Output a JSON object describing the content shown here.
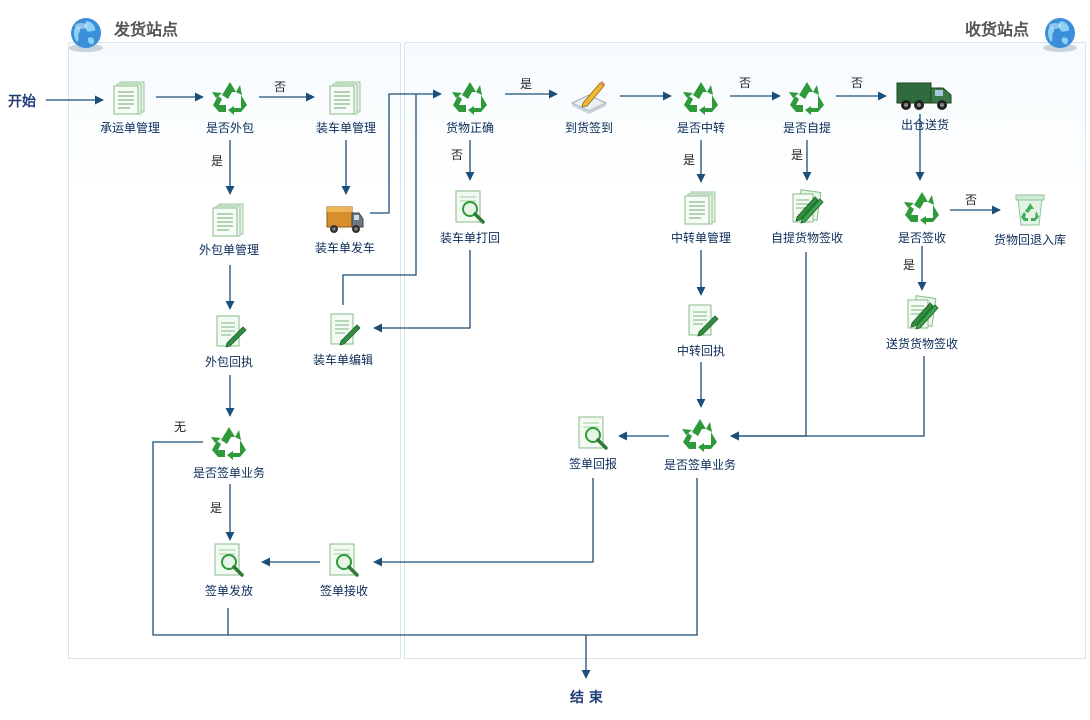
{
  "stations": {
    "left": "发货站点",
    "right": "收货站点"
  },
  "terminals": {
    "start": "开始",
    "end": "结 束"
  },
  "nodes": [
    {
      "id": "n1",
      "label": "承运单管理",
      "icon": "document-stack-icon"
    },
    {
      "id": "n2",
      "label": "是否外包",
      "icon": "recycle-icon"
    },
    {
      "id": "n3",
      "label": "装车单管理",
      "icon": "document-stack-icon"
    },
    {
      "id": "n4",
      "label": "外包单管理",
      "icon": "document-stack-icon"
    },
    {
      "id": "n5",
      "label": "装车单发车",
      "icon": "truck-icon"
    },
    {
      "id": "n6",
      "label": "外包回执",
      "icon": "document-pen-icon"
    },
    {
      "id": "n7",
      "label": "装车单编辑",
      "icon": "document-pen-icon"
    },
    {
      "id": "n8",
      "label": "是否签单业务",
      "icon": "recycle-icon"
    },
    {
      "id": "n9",
      "label": "签单发放",
      "icon": "document-magnifier-icon"
    },
    {
      "id": "n10",
      "label": "签单接收",
      "icon": "document-magnifier-icon"
    },
    {
      "id": "n11",
      "label": "货物正确",
      "icon": "recycle-icon"
    },
    {
      "id": "n12",
      "label": "装车单打回",
      "icon": "document-magnifier-icon"
    },
    {
      "id": "n13",
      "label": "到货签到",
      "icon": "pencil-sign-icon"
    },
    {
      "id": "n14",
      "label": "是否中转",
      "icon": "recycle-icon"
    },
    {
      "id": "n15",
      "label": "中转单管理",
      "icon": "document-stack-icon"
    },
    {
      "id": "n16",
      "label": "中转回执",
      "icon": "document-pen-icon"
    },
    {
      "id": "n17",
      "label": "是否自提",
      "icon": "recycle-icon"
    },
    {
      "id": "n18",
      "label": "自提货物签收",
      "icon": "documents-pen-icon"
    },
    {
      "id": "n19",
      "label": "出仓送货",
      "icon": "army-truck-icon"
    },
    {
      "id": "n20",
      "label": "是否签收",
      "icon": "recycle-icon"
    },
    {
      "id": "n21",
      "label": "货物回退入库",
      "icon": "recycle-bin-icon"
    },
    {
      "id": "n22",
      "label": "送货货物签收",
      "icon": "documents-pen-icon"
    },
    {
      "id": "n23",
      "label": "是否签单业务",
      "icon": "recycle-icon"
    },
    {
      "id": "n24",
      "label": "签单回报",
      "icon": "document-magnifier-icon"
    }
  ],
  "edge_labels": {
    "e1": "否",
    "e2": "是",
    "e3": "是",
    "e4": "否",
    "e5": "否",
    "e6": "否",
    "e7": "是",
    "e8": "是",
    "e9": "否",
    "e10": "是",
    "e11": "无",
    "e12": "是"
  },
  "colors": {
    "connector": "#1b4f7a",
    "label": "#0b2b58",
    "recycle": "#2e9a3a",
    "panel_border": "#d6e6f0"
  }
}
